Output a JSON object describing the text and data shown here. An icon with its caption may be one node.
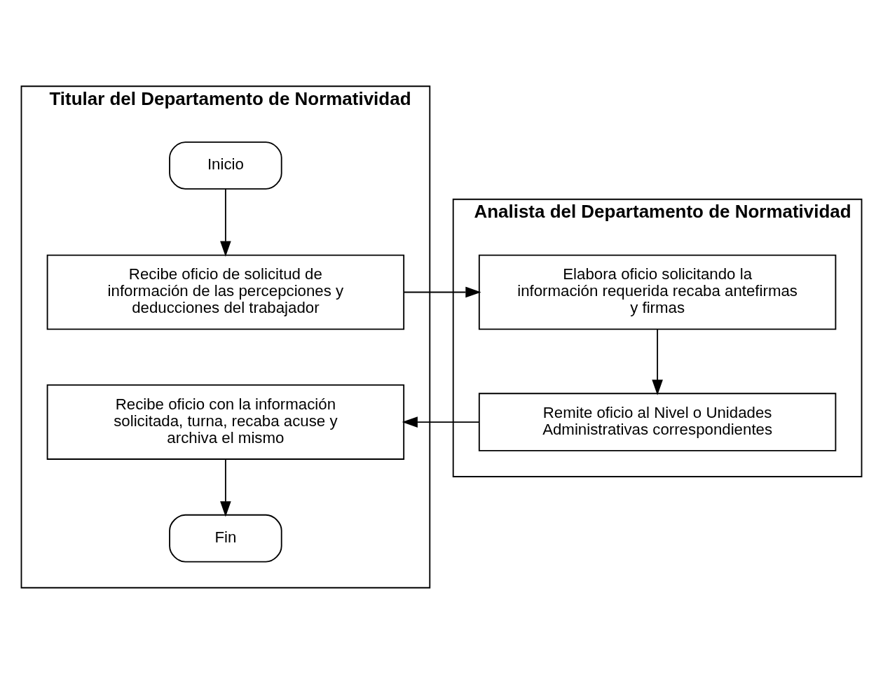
{
  "diagram": {
    "nodes": [
      {
        "text": [
          "Titular del Departamento de Normatividad"
        ]
      },
      {
        "text": [
          "Analista del Departamento de Normatividad"
        ]
      },
      {
        "text": [
          "Inicio"
        ],
        "in": 0
      },
      {
        "text": [
          "Recibe oficio de solicitud de información de las percepciones y deducciones del trabajador"
        ],
        "in": 0
      },
      {
        "text": [
          "Elabora oficio solicitando la información requerida recaba antefirmas y firmas"
        ],
        "in": 1
      },
      {
        "text": [
          "Remite oficio al Nivel o Unidades Administrativas correspondientes"
        ],
        "in": 1
      },
      {
        "text": [
          "Recibe oficio con la información solicitada, turna, recaba acuse y archiva el mismo"
        ],
        "in": 0
      },
      {
        "text": [
          "Fin"
        ],
        "in": 0
      }
    ],
    "edges": [
      {
        "from": 2,
        "to": 3,
        "arrow": "to"
      },
      {
        "from": 3,
        "to": 4,
        "arrow": "to"
      },
      {
        "from": 4,
        "to": 5,
        "arrow": "to"
      },
      {
        "from": 5,
        "to": 6,
        "arrow": "to"
      },
      {
        "from": 6,
        "to": 7,
        "arrow": "to"
      }
    ]
  }
}
